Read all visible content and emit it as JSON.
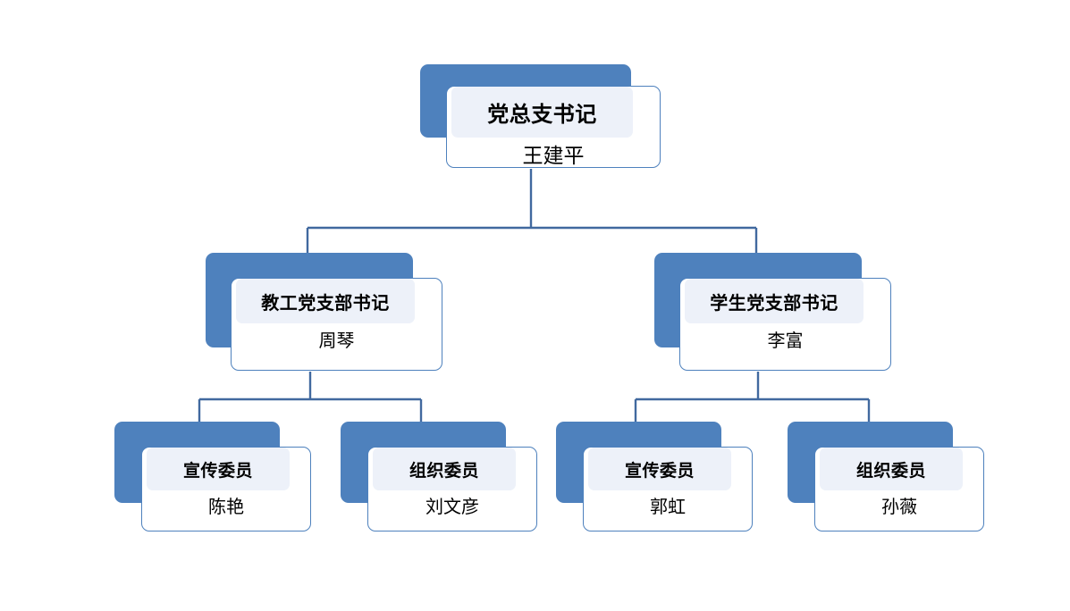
{
  "chart_data": {
    "type": "diagram",
    "diagram_kind": "organization-chart",
    "orientation": "top-down",
    "levels": 3,
    "node_count": 7,
    "colors": {
      "shadow_blue": "#4E81BD",
      "card_background": "#FFFFFF",
      "card_border": "#4E81BD",
      "title_band": "#EDF1F9",
      "connector_line": "#41699F",
      "text": "#000000",
      "page_background": "#FFFFFF"
    },
    "nodes": [
      {
        "id": "root",
        "role": "党总支书记",
        "person": "王建平",
        "level": 1,
        "parent": null
      },
      {
        "id": "staff-branch",
        "role": "教工党支部书记",
        "person": "周琴",
        "level": 2,
        "parent": "root"
      },
      {
        "id": "student-branch",
        "role": "学生党支部书记",
        "person": "李富",
        "level": 2,
        "parent": "root"
      },
      {
        "id": "staff-publicity",
        "role": "宣传委员",
        "person": "陈艳",
        "level": 3,
        "parent": "staff-branch"
      },
      {
        "id": "staff-organization",
        "role": "组织委员",
        "person": "刘文彦",
        "level": 3,
        "parent": "staff-branch"
      },
      {
        "id": "student-publicity",
        "role": "宣传委员",
        "person": "郭虹",
        "level": 3,
        "parent": "student-branch"
      },
      {
        "id": "student-organization",
        "role": "组织委员",
        "person": "孙薇",
        "level": 3,
        "parent": "student-branch"
      }
    ],
    "edges": [
      {
        "from": "root",
        "to": "staff-branch"
      },
      {
        "from": "root",
        "to": "student-branch"
      },
      {
        "from": "staff-branch",
        "to": "staff-publicity"
      },
      {
        "from": "staff-branch",
        "to": "staff-organization"
      },
      {
        "from": "student-branch",
        "to": "student-publicity"
      },
      {
        "from": "student-branch",
        "to": "student-organization"
      }
    ]
  },
  "nodes": {
    "root": {
      "role": "党总支书记",
      "person": "王建平"
    },
    "staff_branch": {
      "role": "教工党支部书记",
      "person": "周琴"
    },
    "student_branch": {
      "role": "学生党支部书记",
      "person": "李富"
    },
    "staff_publicity": {
      "role": "宣传委员",
      "person": "陈艳"
    },
    "staff_organization": {
      "role": "组织委员",
      "person": "刘文彦"
    },
    "student_publicity": {
      "role": "宣传委员",
      "person": "郭虹"
    },
    "student_organization": {
      "role": "组织委员",
      "person": "孙薇"
    }
  }
}
